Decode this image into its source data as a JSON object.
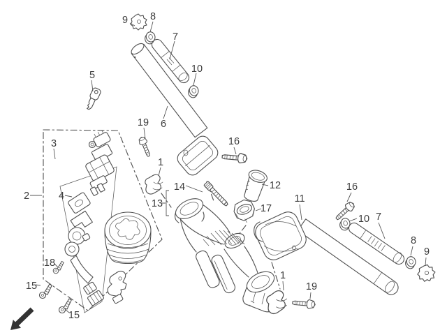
{
  "figure": {
    "type": "exploded-parts-diagram",
    "background_color": "#ffffff",
    "line_color": "#4f4f4f",
    "label_color": "#3d3d3d",
    "arrow_color": "#333333"
  },
  "callouts": [
    {
      "text": "9"
    },
    {
      "text": "8"
    },
    {
      "text": "7"
    },
    {
      "text": "10"
    },
    {
      "text": "5"
    },
    {
      "text": "19"
    },
    {
      "text": "6"
    },
    {
      "text": "3"
    },
    {
      "text": "2"
    },
    {
      "text": "1"
    },
    {
      "text": "16"
    },
    {
      "text": "12"
    },
    {
      "text": "14"
    },
    {
      "text": "13"
    },
    {
      "text": "4"
    },
    {
      "text": "17"
    },
    {
      "text": "11"
    },
    {
      "text": "16"
    },
    {
      "text": "10"
    },
    {
      "text": "7"
    },
    {
      "text": "8"
    },
    {
      "text": "9"
    },
    {
      "text": "18"
    },
    {
      "text": "15"
    },
    {
      "text": "15"
    },
    {
      "text": "1"
    },
    {
      "text": "19"
    }
  ]
}
